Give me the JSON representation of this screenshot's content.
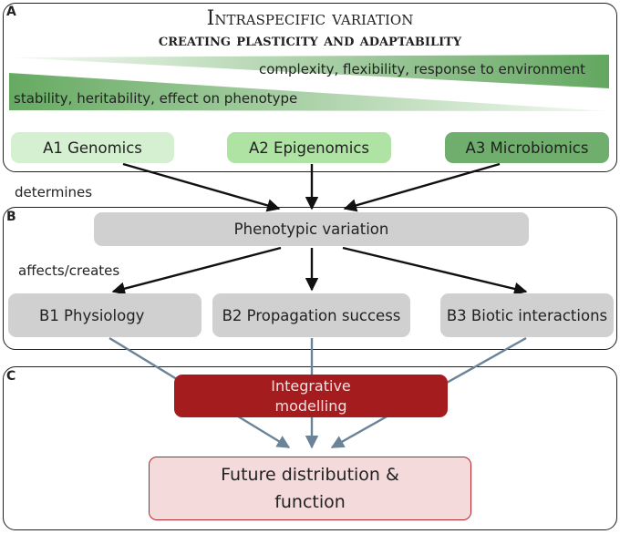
{
  "panels": {
    "a": {
      "letter": "A"
    },
    "b": {
      "letter": "B"
    },
    "c": {
      "letter": "C"
    }
  },
  "title": {
    "line1": "Intraspecific variation",
    "line2": "creating plasticity and adaptability"
  },
  "gradients": {
    "top": "complexity, flexibility, response to environment",
    "bottom": "stability, heritability, effect on phenotype"
  },
  "sources": {
    "genomics": "A1 Genomics",
    "epigenomics": "A2 Epigenomics",
    "microbiomics": "A3 Microbiomics"
  },
  "labels": {
    "determines": "determines",
    "affects": "affects/creates"
  },
  "phenotype": "Phenotypic variation",
  "outcomes": {
    "physiology": "B1 Physiology",
    "propagation": "B2 Propagation success",
    "biotic": "B3 Biotic interactions"
  },
  "integrative": {
    "line1": "Integrative",
    "line2": "modelling"
  },
  "future": {
    "line1": "Future distribution &",
    "line2": "function"
  },
  "colors": {
    "genomics_fill": "#d5efd1",
    "epigenomics_fill": "#aee3a4",
    "microbiomics_fill": "#6fae6c",
    "gray_box": "#d0d0d0",
    "integrative_fill": "#a51c1e",
    "future_fill": "#f4dadb",
    "future_border": "#b3272d",
    "blue_arrow": "#6a8399"
  }
}
